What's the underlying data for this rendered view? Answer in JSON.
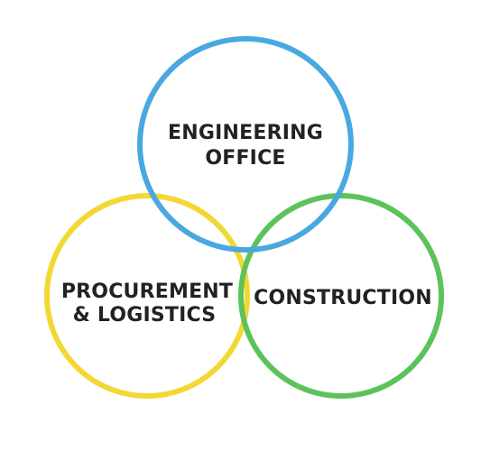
{
  "diagram": {
    "type": "venn",
    "circles": [
      {
        "id": "engineering",
        "label_lines": [
          "ENGINEERING",
          "OFFICE"
        ],
        "color": "#4aa8e0"
      },
      {
        "id": "procurement",
        "label_lines": [
          "PROCUREMENT",
          "& LOGISTICS"
        ],
        "color": "#f2d835"
      },
      {
        "id": "construction",
        "label_lines": [
          "CONSTRUCTION"
        ],
        "color": "#5cc35a"
      }
    ],
    "text_color": "#222222",
    "background": "#ffffff"
  }
}
